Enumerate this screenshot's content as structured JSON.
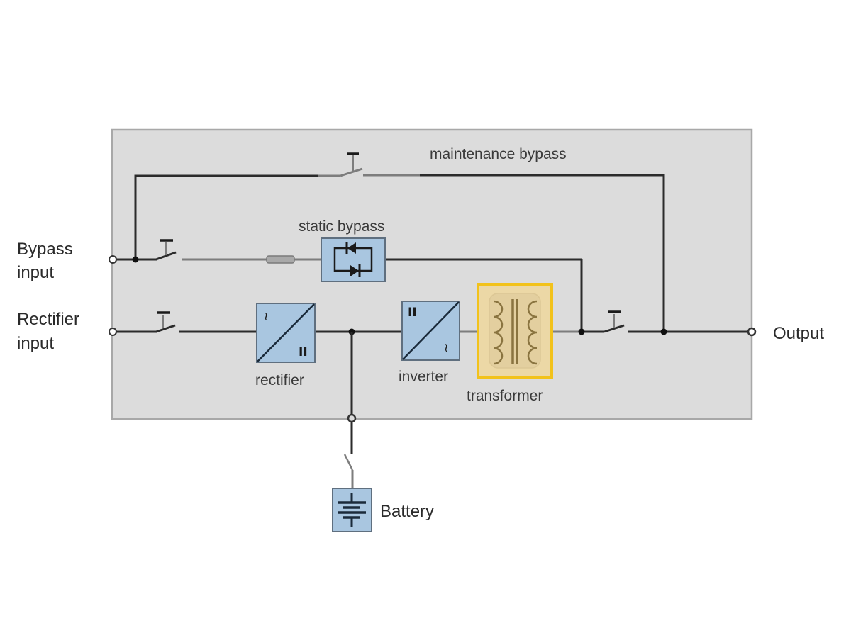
{
  "diagram": {
    "type": "UPS single-line block diagram",
    "labels": {
      "maintenance_bypass": "maintenance bypass",
      "static_bypass": "static bypass",
      "bypass_input_line1": "Bypass",
      "bypass_input_line2": "input",
      "rectifier_input_line1": "Rectifier",
      "rectifier_input_line2": "input",
      "rectifier": "rectifier",
      "inverter": "inverter",
      "transformer": "transformer",
      "output": "Output",
      "battery": "Battery"
    },
    "colors": {
      "enclosure_fill": "#dcdcdc",
      "enclosure_border": "#a8a8a8",
      "block_fill": "#a9c6e0",
      "block_border": "#5f6f7f",
      "transformer_fill": "#ecd8a6",
      "transformer_border": "#f2c21b",
      "transformer_symbol": "#8a7440",
      "wire_dark": "#2b2b2b",
      "wire_light": "#7d7d7d"
    },
    "components": [
      {
        "id": "bypass-input-switch",
        "kind": "switch"
      },
      {
        "id": "fuse",
        "kind": "fuse"
      },
      {
        "id": "static-bypass-switch",
        "kind": "thyristor-pair"
      },
      {
        "id": "maintenance-bypass-switch",
        "kind": "switch"
      },
      {
        "id": "rectifier-input-switch",
        "kind": "switch"
      },
      {
        "id": "rectifier",
        "kind": "AC/DC converter"
      },
      {
        "id": "inverter",
        "kind": "DC/AC converter"
      },
      {
        "id": "transformer",
        "kind": "transformer"
      },
      {
        "id": "output-switch",
        "kind": "switch"
      },
      {
        "id": "battery-switch",
        "kind": "switch"
      },
      {
        "id": "battery",
        "kind": "battery"
      }
    ]
  }
}
